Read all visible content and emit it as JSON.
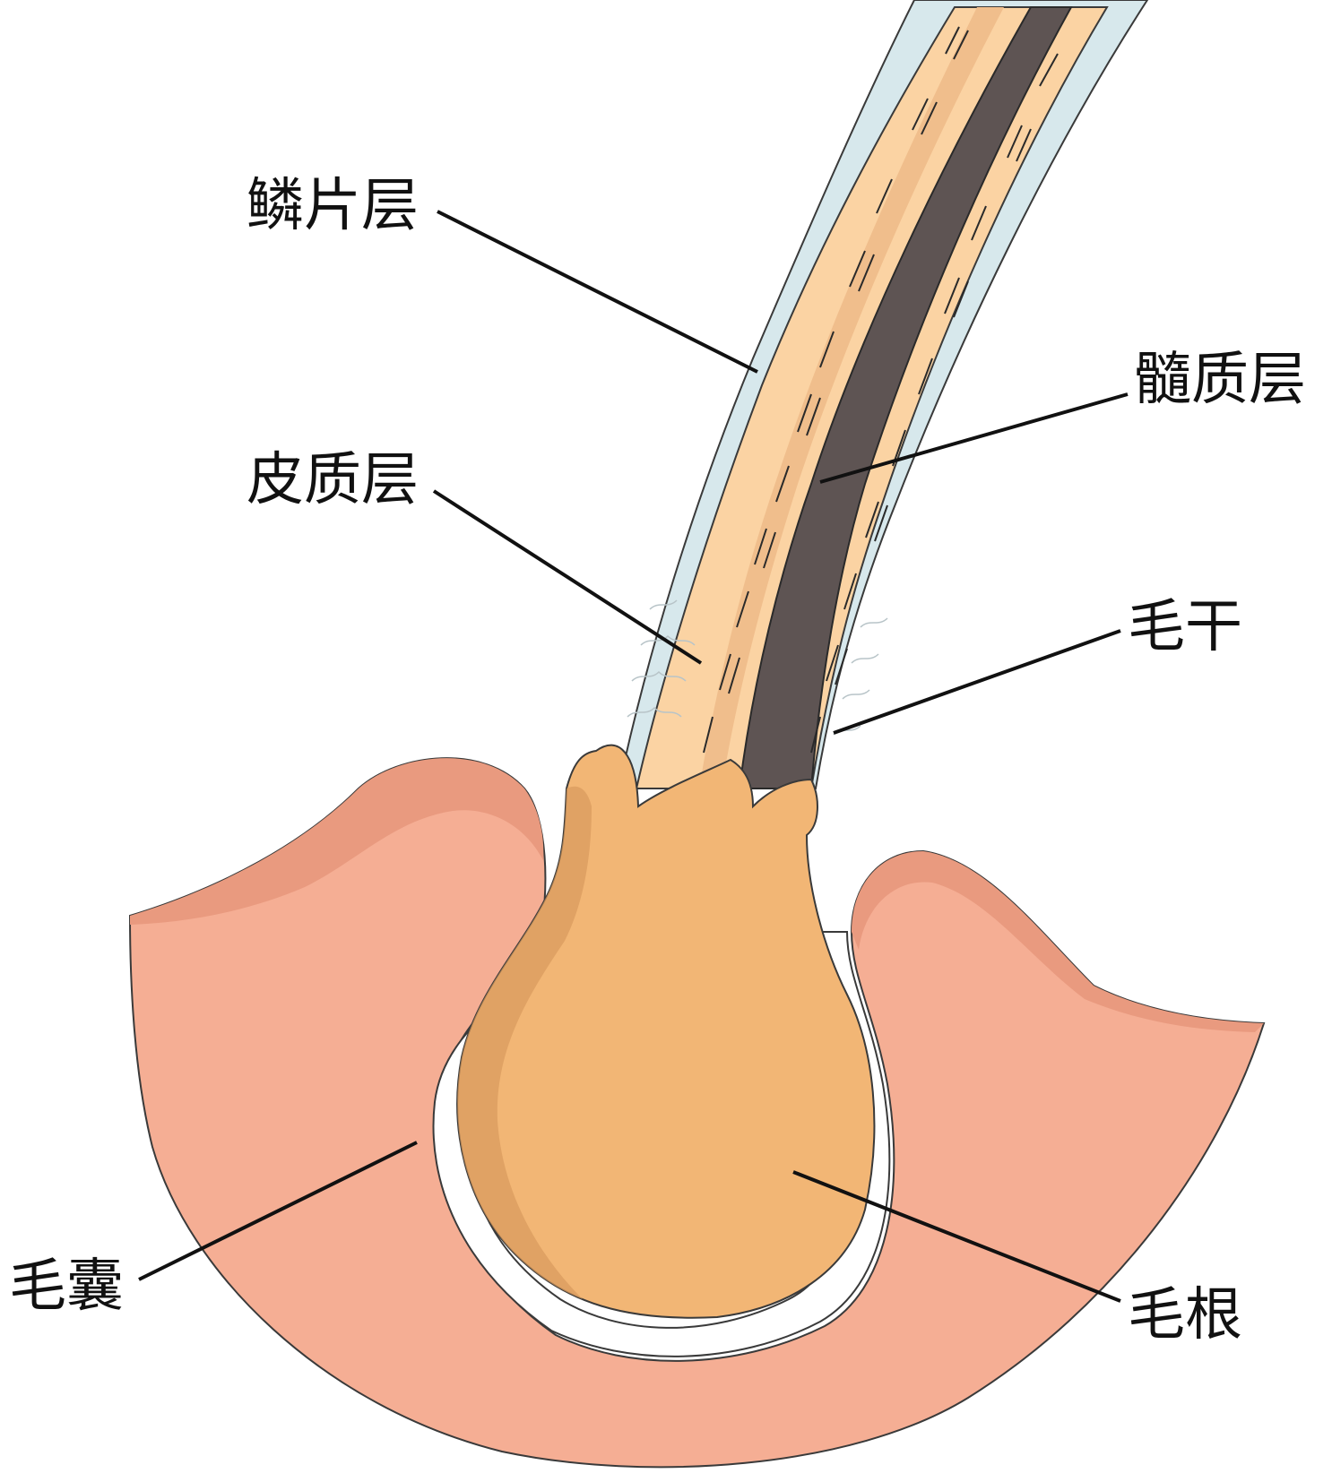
{
  "labels": {
    "cuticle": "鳞片层",
    "medulla": "髓质层",
    "cortex": "皮质层",
    "shaft": "毛干",
    "follicle": "毛囊",
    "root": "毛根"
  },
  "colors": {
    "follicle": "#F5AE94",
    "follicle_rim": "#E99A7F",
    "root": "#F2B675",
    "root_shadow": "#D99A5C",
    "cuticle": "#D7E8EC",
    "cortex": "#FBD3A3",
    "cortex_line": "#2A2A2A",
    "medulla": "#5E5453",
    "outline": "#3A3A3A"
  }
}
